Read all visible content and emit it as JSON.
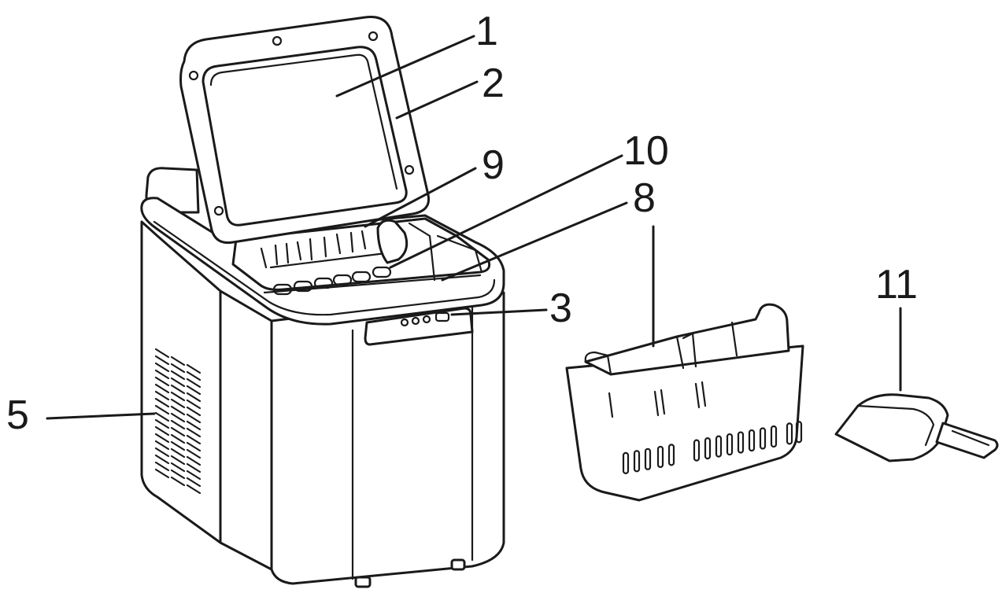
{
  "diagram": {
    "callouts": [
      {
        "id": "c1",
        "label": "1"
      },
      {
        "id": "c2",
        "label": "2"
      },
      {
        "id": "c3",
        "label": "3"
      },
      {
        "id": "c5",
        "label": "5"
      },
      {
        "id": "c8",
        "label": "8"
      },
      {
        "id": "c9",
        "label": "9"
      },
      {
        "id": "c10",
        "label": "10"
      },
      {
        "id": "c11",
        "label": "11"
      }
    ],
    "parts": [
      {
        "name": "ice-maker-body"
      },
      {
        "name": "lid"
      },
      {
        "name": "lid-window"
      },
      {
        "name": "control-panel"
      },
      {
        "name": "side-vent"
      },
      {
        "name": "ice-basket"
      },
      {
        "name": "ice-scoop"
      }
    ],
    "colors": {
      "line": "#1a1a1a",
      "shade": "#d9d9d9",
      "background": "#ffffff"
    }
  }
}
